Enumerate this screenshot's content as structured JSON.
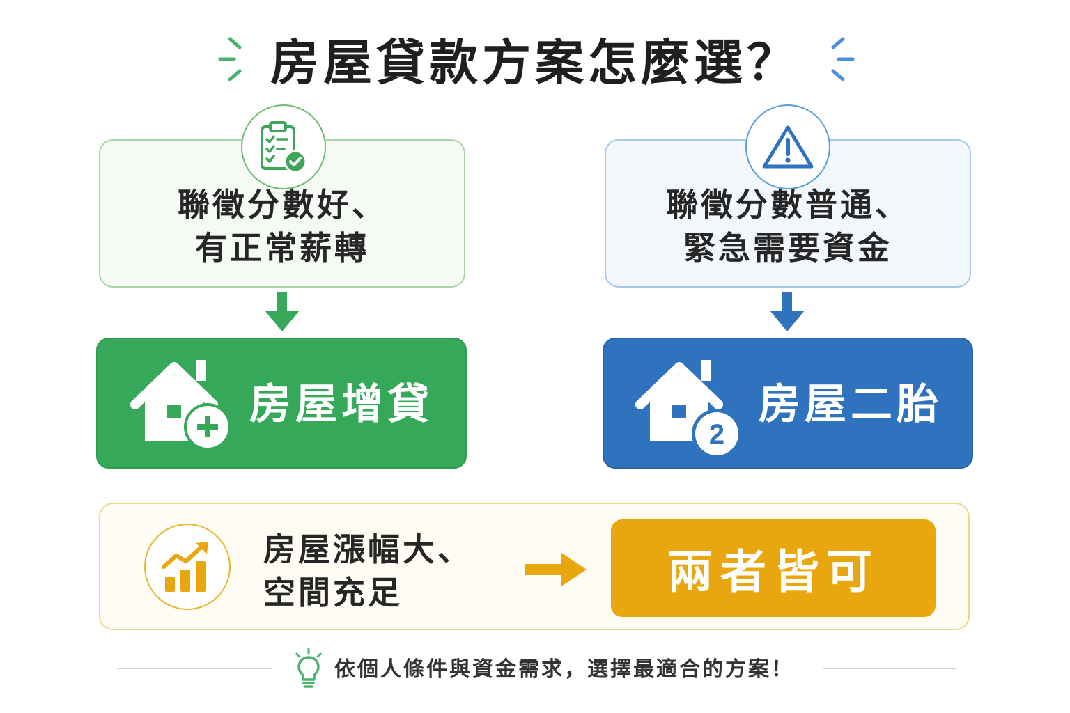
{
  "title": "房屋貸款方案怎麼選？",
  "colors": {
    "green": "#35a85a",
    "blue": "#2f72bd",
    "amber": "#e8a70e"
  },
  "left_path": {
    "icon": "clipboard-check-icon",
    "condition_line1": "聯徵分數好、",
    "condition_line2": "有正常薪轉",
    "result_icon": "house-plus-icon",
    "result_label": "房屋增貸"
  },
  "right_path": {
    "icon": "warning-triangle-icon",
    "condition_line1": "聯徵分數普通、",
    "condition_line2": "緊急需要資金",
    "result_icon": "house-number-icon",
    "result_badge": "2",
    "result_label": "房屋二胎"
  },
  "bottom": {
    "icon": "growth-chart-icon",
    "condition_line1": "房屋漲幅大、",
    "condition_line2": "空間充足",
    "result_label": "兩者皆可"
  },
  "footer": {
    "icon": "lightbulb-icon",
    "text": "依個人條件與資金需求，選擇最適合的方案！"
  }
}
